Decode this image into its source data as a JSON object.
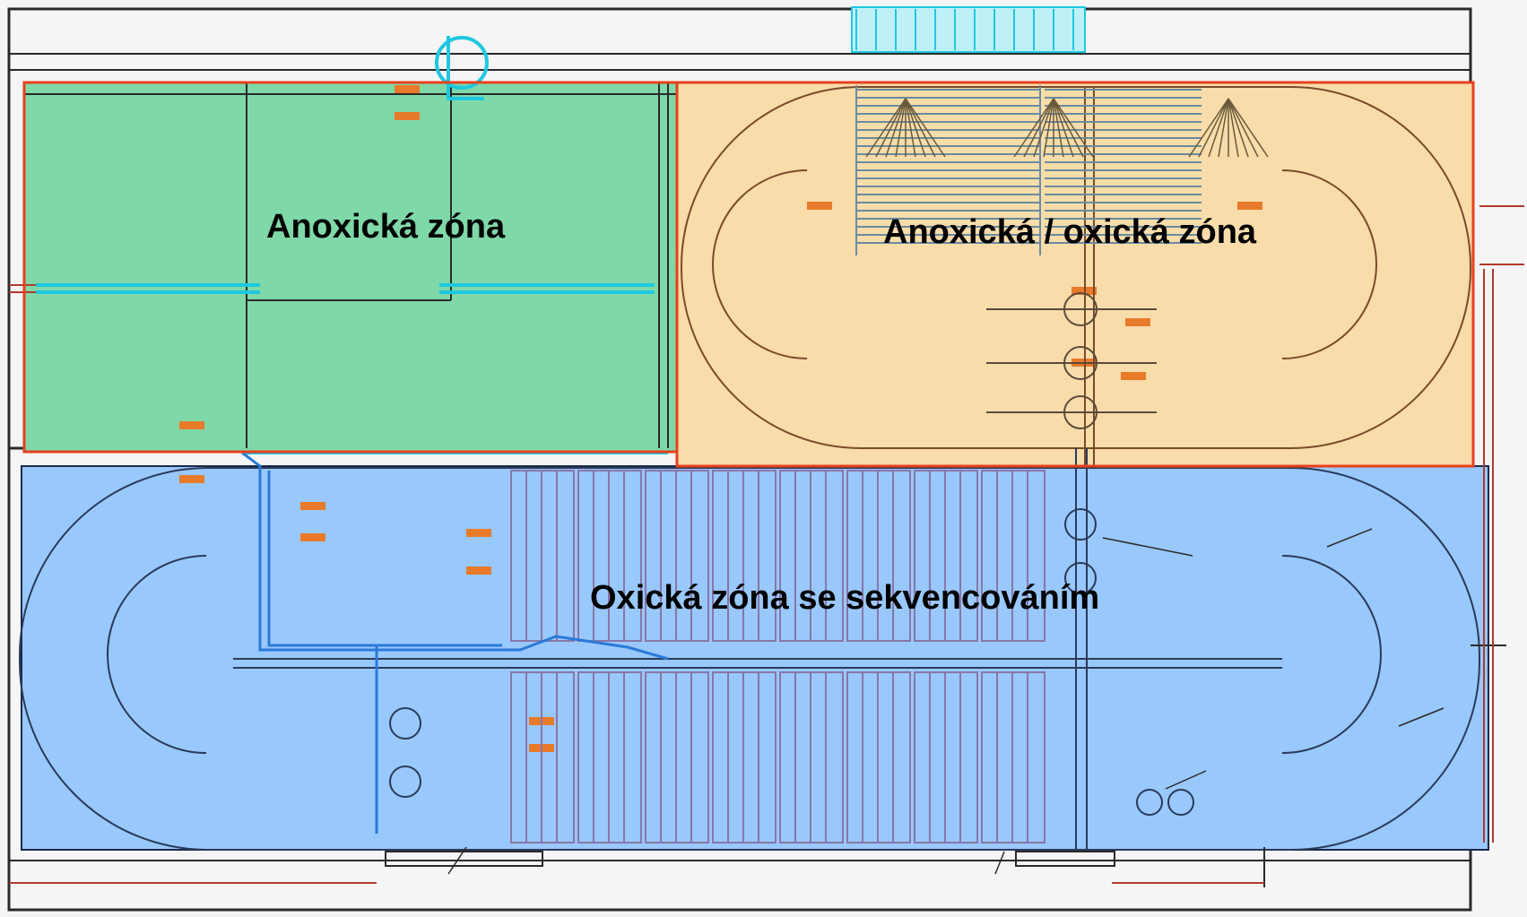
{
  "zones": {
    "anoxic": {
      "label": "Anoxická zóna",
      "fill": "#7fd8a8",
      "border": "#e8401c"
    },
    "anoxic_oxic": {
      "label": "Anoxická / oxická zóna",
      "fill": "#f8dcaa",
      "border": "#e8401c"
    },
    "oxic": {
      "label": "Oxická  zóna se sekvencováním",
      "fill": "#99c8fc",
      "border": "#1a2a4a"
    }
  },
  "colors": {
    "drawing_line": "#2a2a2a",
    "pipe_cyan": "#1ec8e0",
    "pipe_blue": "#2a7ad8",
    "diffuser_purple": "#8a76a8",
    "pipe_red": "#b03a2e",
    "tag_orange": "#e87a2a"
  },
  "icons": [
    "mixer-icon",
    "diffuser-grid-icon",
    "pipe-icon",
    "callout-leader-icon"
  ]
}
